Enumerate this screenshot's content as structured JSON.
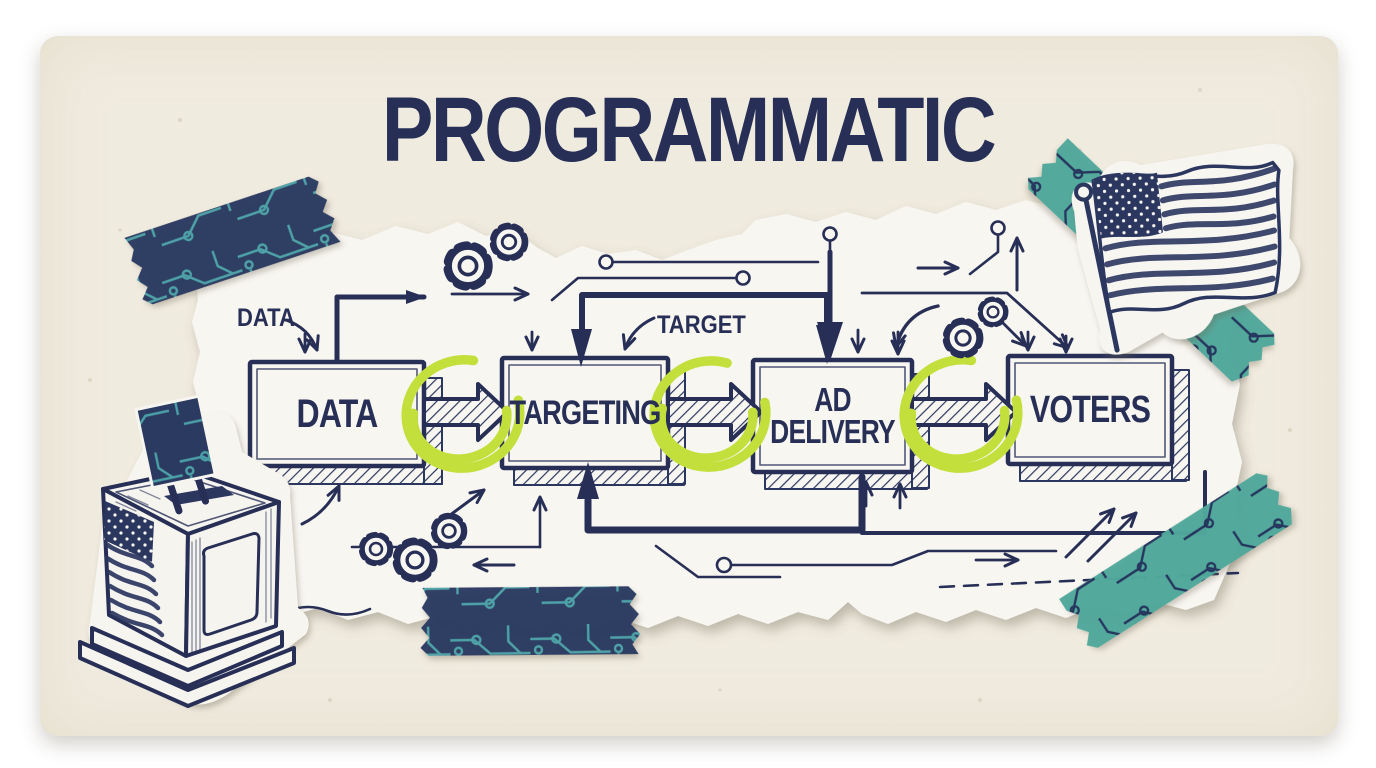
{
  "title": "PROGRAMMATIC",
  "flowchart": {
    "steps": [
      {
        "label": "DATA"
      },
      {
        "label": "TARGETING"
      },
      {
        "label": "AD",
        "label2": "DELIVERY"
      },
      {
        "label": "VOTERS"
      }
    ],
    "annotations": {
      "data": "DATA",
      "target": "TARGET"
    }
  },
  "colors": {
    "card_cream": "#f0ebdf",
    "paper_white": "#f8f6f1",
    "ink_navy": "#272f56",
    "tape_navy": "#2b3a61",
    "tape_teal": "#4fa89b",
    "circuit_teal": "#4aa0a6",
    "highlight_lime": "#c3df3c"
  },
  "artwork": {
    "decorations": [
      "circuit-tape-top-left",
      "circuit-tape-top-right",
      "circuit-tape-bottom-middle",
      "circuit-tape-bottom-right",
      "us-flag-sticker",
      "ballot-box-sticker",
      "gear-icons",
      "hand-drawn-arrows",
      "torn-paper"
    ]
  }
}
